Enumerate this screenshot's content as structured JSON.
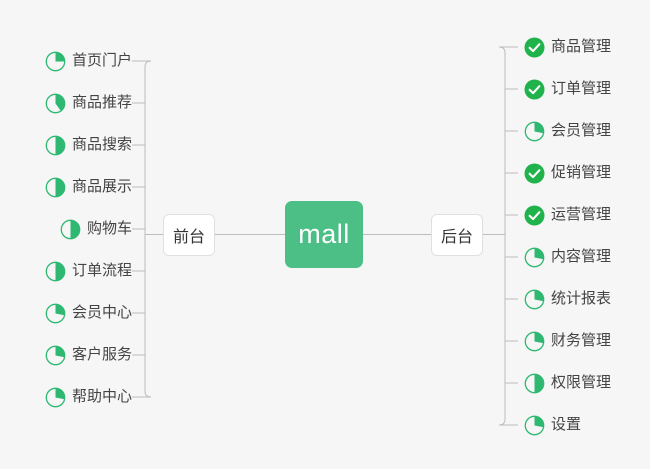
{
  "diagram": {
    "type": "mind-map",
    "title": "mall",
    "background_color": "#f6f6f6",
    "accent_color": "#4cbf87",
    "done_color": "#21b34b",
    "progress_color": "#2eb872",
    "connector_color": "#bcbcbc",
    "center": {
      "label": "mall"
    },
    "branches": [
      {
        "id": "frontend",
        "label": "前台",
        "side": "left",
        "items": [
          {
            "label": "首页门户",
            "icon": "pie-progress-icon",
            "status": "in-progress",
            "progress": 25
          },
          {
            "label": "商品推荐",
            "icon": "pie-progress-icon",
            "status": "in-progress",
            "progress": 40
          },
          {
            "label": "商品搜索",
            "icon": "pie-progress-icon",
            "status": "in-progress",
            "progress": 50
          },
          {
            "label": "商品展示",
            "icon": "pie-progress-icon",
            "status": "in-progress",
            "progress": 50
          },
          {
            "label": "购物车",
            "icon": "pie-progress-icon",
            "status": "in-progress",
            "progress": 50
          },
          {
            "label": "订单流程",
            "icon": "pie-progress-icon",
            "status": "in-progress",
            "progress": 50
          },
          {
            "label": "会员中心",
            "icon": "pie-progress-icon",
            "status": "in-progress",
            "progress": 28
          },
          {
            "label": "客户服务",
            "icon": "pie-progress-icon",
            "status": "in-progress",
            "progress": 28
          },
          {
            "label": "帮助中心",
            "icon": "pie-progress-icon",
            "status": "in-progress",
            "progress": 28
          }
        ]
      },
      {
        "id": "backend",
        "label": "后台",
        "side": "right",
        "items": [
          {
            "label": "商品管理",
            "icon": "check-circle-icon",
            "status": "done",
            "progress": 100
          },
          {
            "label": "订单管理",
            "icon": "check-circle-icon",
            "status": "done",
            "progress": 100
          },
          {
            "label": "会员管理",
            "icon": "pie-progress-icon",
            "status": "in-progress",
            "progress": 28
          },
          {
            "label": "促销管理",
            "icon": "check-circle-icon",
            "status": "done",
            "progress": 100
          },
          {
            "label": "运营管理",
            "icon": "check-circle-icon",
            "status": "done",
            "progress": 100
          },
          {
            "label": "内容管理",
            "icon": "pie-progress-icon",
            "status": "in-progress",
            "progress": 28
          },
          {
            "label": "统计报表",
            "icon": "pie-progress-icon",
            "status": "in-progress",
            "progress": 28
          },
          {
            "label": "财务管理",
            "icon": "pie-progress-icon",
            "status": "in-progress",
            "progress": 28
          },
          {
            "label": "权限管理",
            "icon": "pie-progress-icon",
            "status": "in-progress",
            "progress": 50
          },
          {
            "label": "设置",
            "icon": "pie-progress-icon",
            "status": "in-progress",
            "progress": 28
          }
        ]
      }
    ]
  }
}
